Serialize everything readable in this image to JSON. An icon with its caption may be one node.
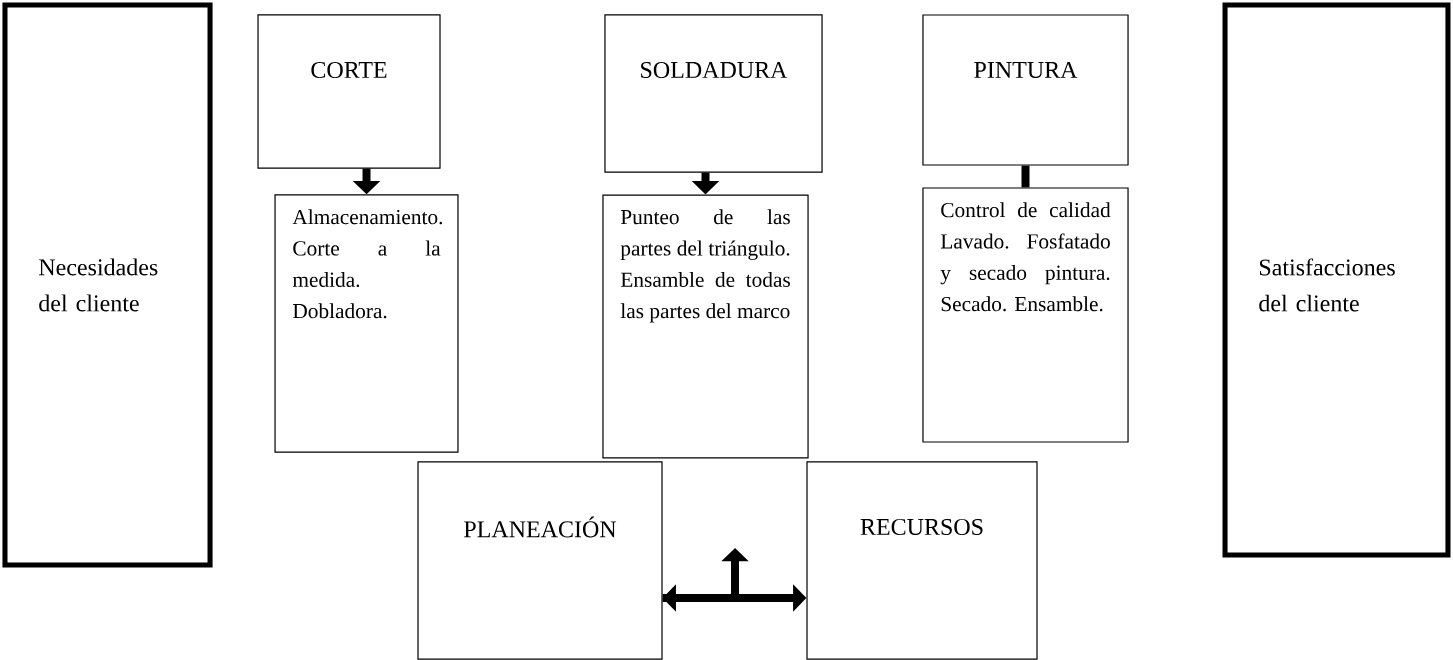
{
  "diagram": {
    "nodes": [
      {
        "text": [
          "Necesidades del cliente"
        ]
      },
      {
        "text": [
          "CORTE"
        ]
      },
      {
        "text": [
          "Almacenamiento. Corte a la medida. Dobladora."
        ]
      },
      {
        "text": [
          "SOLDADURA"
        ]
      },
      {
        "text": [
          "Punteo de las partes del triángulo. Ensamble de todas las partes del marco"
        ]
      },
      {
        "text": [
          "PINTURA"
        ]
      },
      {
        "text": [
          "Control de calidad Lavado. Fosfatado y secado pintura. Secado. Ensamble."
        ]
      },
      {
        "text": [
          "Satisfacciones del cliente"
        ]
      },
      {
        "text": [
          "PLANEACIÓN"
        ]
      },
      {
        "text": [
          "RECURSOS"
        ]
      }
    ],
    "edges": [
      {
        "from": 1,
        "to": 2,
        "arrow": "to"
      },
      {
        "from": 3,
        "to": 4,
        "arrow": "to"
      },
      {
        "from": 5,
        "to": 6,
        "arrow": "none"
      },
      {
        "from": 8,
        "to": 9,
        "arrow": "both"
      },
      {
        "from": 8,
        "to": null,
        "arrow": "to"
      }
    ]
  }
}
